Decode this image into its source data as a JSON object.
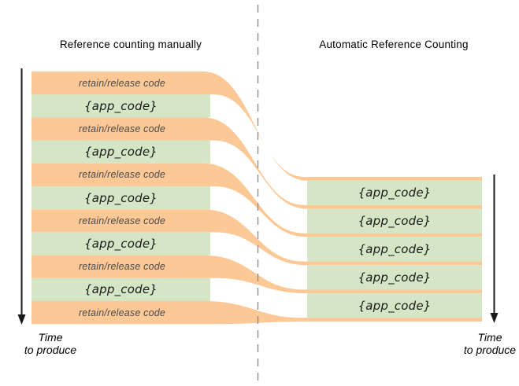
{
  "colors": {
    "band_orange": "#FBC896",
    "band_green": "#D4E6C5",
    "divider_gray": "#8F8F8F",
    "axis_black": "#1A1A1A",
    "retain_text": "#4A4A4A",
    "app_text": "#1A1A1A",
    "title_text": "#000000"
  },
  "left_panel": {
    "title": "Reference counting manually",
    "bands": [
      {
        "type": "orange",
        "label": "retain/release code"
      },
      {
        "type": "green",
        "label": "{app_code}"
      },
      {
        "type": "orange",
        "label": "retain/release code"
      },
      {
        "type": "green",
        "label": "{app_code}"
      },
      {
        "type": "orange",
        "label": "retain/release code"
      },
      {
        "type": "green",
        "label": "{app_code}"
      },
      {
        "type": "orange",
        "label": "retain/release code"
      },
      {
        "type": "green",
        "label": "{app_code}"
      },
      {
        "type": "orange",
        "label": "retain/release code"
      },
      {
        "type": "green",
        "label": "{app_code}"
      },
      {
        "type": "orange",
        "label": "retain/release code"
      }
    ],
    "time_axis": {
      "line1": "Time",
      "line2": "to produce"
    }
  },
  "right_panel": {
    "title": "Automatic Reference Counting",
    "blocks": [
      {
        "label": "{app_code}"
      },
      {
        "label": "{app_code}"
      },
      {
        "label": "{app_code}"
      },
      {
        "label": "{app_code}"
      },
      {
        "label": "{app_code}"
      }
    ],
    "time_axis": {
      "line1": "Time",
      "line2": "to produce"
    }
  },
  "divider": {
    "style": "dashed vertical line"
  }
}
